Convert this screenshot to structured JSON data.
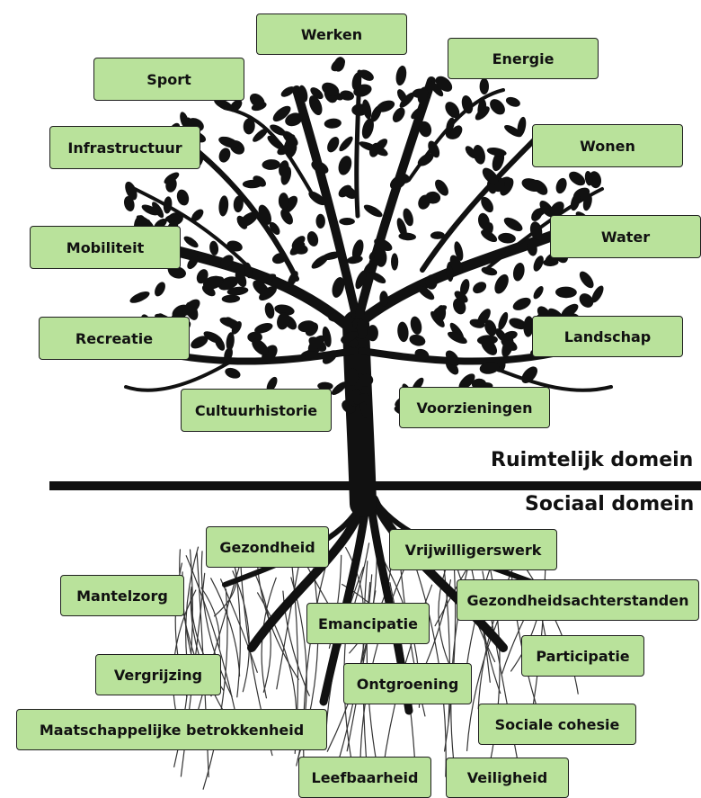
{
  "ruimtelijk": {
    "title": "Ruimtelijk domein",
    "labels": {
      "werken": "Werken",
      "energie": "Energie",
      "sport": "Sport",
      "infrastructuur": "Infrastructuur",
      "wonen": "Wonen",
      "mobiliteit": "Mobiliteit",
      "water": "Water",
      "recreatie": "Recreatie",
      "landschap": "Landschap",
      "cultuurhistorie": "Cultuurhistorie",
      "voorzieningen": "Voorzieningen"
    }
  },
  "sociaal": {
    "title": "Sociaal domein",
    "labels": {
      "gezondheid": "Gezondheid",
      "vrijwilligerswerk": "Vrijwilligerswerk",
      "mantelzorg": "Mantelzorg",
      "gezondheidsachterstanden": "Gezondheidsachterstanden",
      "emancipatie": "Emancipatie",
      "participatie": "Participatie",
      "vergrijzing": "Vergrijzing",
      "ontgroening": "Ontgroening",
      "maatschappelijke_betrokkenheid": "Maatschappelijke betrokkenheid",
      "sociale_cohesie": "Sociale cohesie",
      "leefbaarheid": "Leefbaarheid",
      "veiligheid": "Veiligheid"
    }
  },
  "colors": {
    "label_fill": "#b9e29b",
    "label_border": "#1f1f1f",
    "tree": "#111111"
  }
}
